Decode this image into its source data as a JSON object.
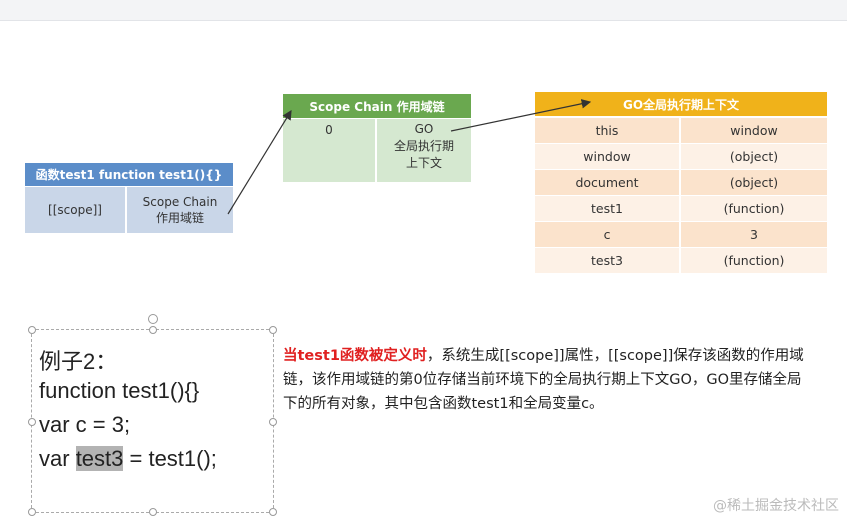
{
  "test1_table": {
    "header": "函数test1   function test1(){}",
    "key": "[[scope]]",
    "value_line1": "Scope Chain",
    "value_line2": "作用域链"
  },
  "scope_chain_table": {
    "header": "Scope Chain 作用域链",
    "index": "0",
    "value_line1": "GO",
    "value_line2": "全局执行期",
    "value_line3": "上下文"
  },
  "go_table": {
    "header": "GO全局执行期上下文",
    "rows": [
      {
        "key": "this",
        "value": "window"
      },
      {
        "key": "window",
        "value": "(object)"
      },
      {
        "key": "document",
        "value": "(object)"
      },
      {
        "key": "test1",
        "value": "(function)"
      },
      {
        "key": "c",
        "value": "3"
      },
      {
        "key": "test3",
        "value": "(function)"
      }
    ]
  },
  "code": {
    "title": "例子2：",
    "line1": "function test1(){}",
    "line2": "var c = 3;",
    "line3_prefix": "var ",
    "line3_highlight": "test3",
    "line3_suffix": " = test1();"
  },
  "description": {
    "highlight": "当test1函数被定义时",
    "text": "，系统生成[[scope]]属性，[[scope]]保存该函数的作用域链，该作用域链的第0位存储当前环境下的全局执行期上下文GO，GO里存储全局下的所有对象，其中包含函数test1和全局变量c。"
  },
  "watermark": "@稀土掘金技术社区",
  "colors": {
    "test1_header": "#5b8dc9",
    "scope_header": "#6aa84f",
    "go_header": "#f0b21a",
    "highlight_red": "#e02020"
  }
}
